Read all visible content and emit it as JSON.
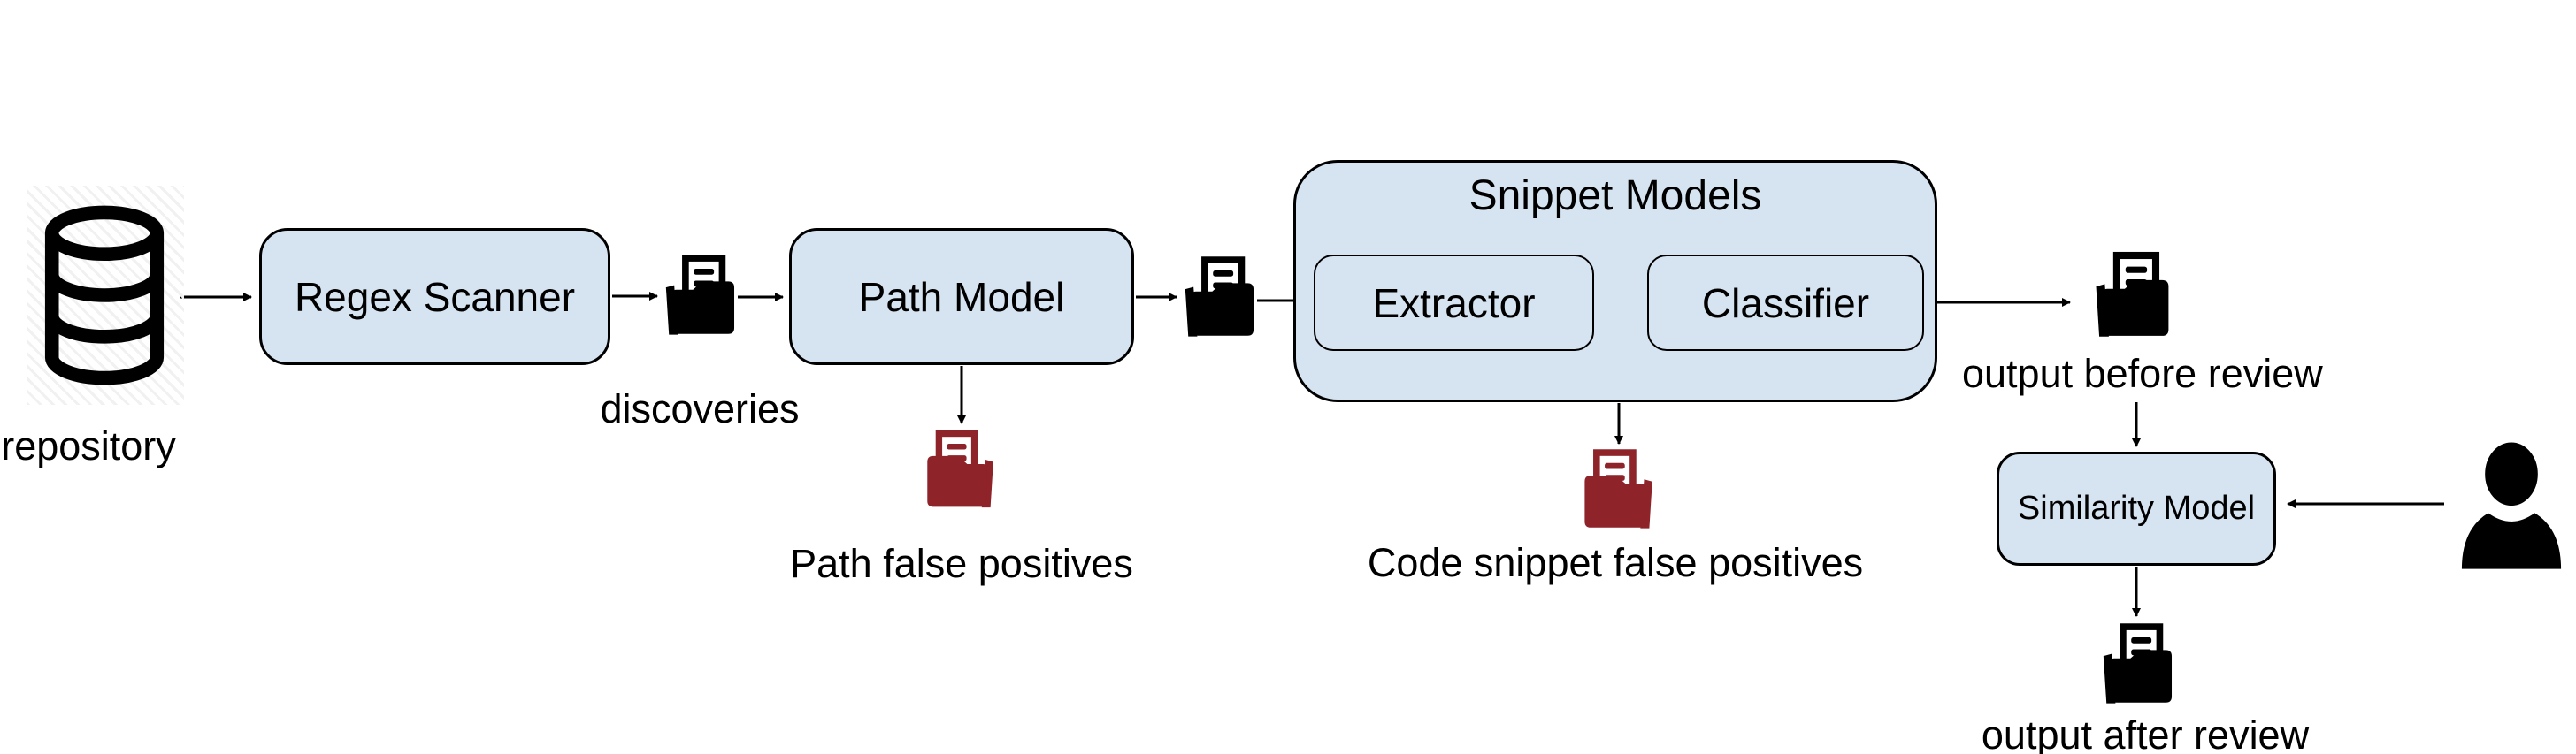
{
  "labels": {
    "repository": "repository",
    "regex_scanner": "Regex Scanner",
    "discoveries": "discoveries",
    "path_model": "Path Model",
    "path_false_positives": "Path false positives",
    "snippet_models": "Snippet Models",
    "extractor": "Extractor",
    "classifier": "Classifier",
    "code_snippet_false_positives": "Code snippet false positives",
    "output_before_review": "output before review",
    "similarity_model": "Similarity Model",
    "output_after_review": "output after review"
  },
  "colors": {
    "background": "#ffffff",
    "node_fill": "#d6e3f1",
    "node_stroke": "#000000",
    "arrow": "#000000",
    "text": "#000000",
    "folder_black": "#000000",
    "folder_red": "#8e2329"
  },
  "icons": {
    "database_icon": "stacked-cylinder repository database",
    "folder_icon": "open folder with document sheet",
    "person_icon": "human reviewer silhouette"
  }
}
